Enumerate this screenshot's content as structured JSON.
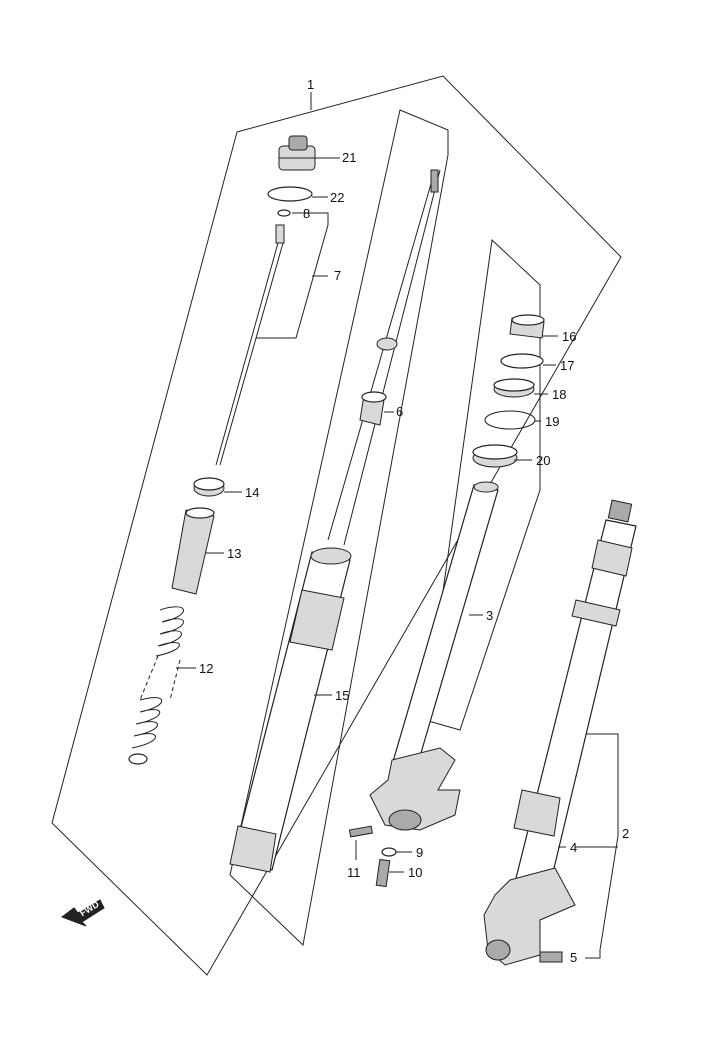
{
  "labels": {
    "l1": "1",
    "l2": "2",
    "l3": "3",
    "l4": "4",
    "l5": "5",
    "l6": "6",
    "l7": "7",
    "l8": "8",
    "l9": "9",
    "l10": "10",
    "l11": "11",
    "l12": "12",
    "l13": "13",
    "l14": "14",
    "l15": "15",
    "l16": "16",
    "l17": "17",
    "l18": "18",
    "l19": "19",
    "l20": "20",
    "l21": "21",
    "l22": "22"
  },
  "fwd": "FWD"
}
